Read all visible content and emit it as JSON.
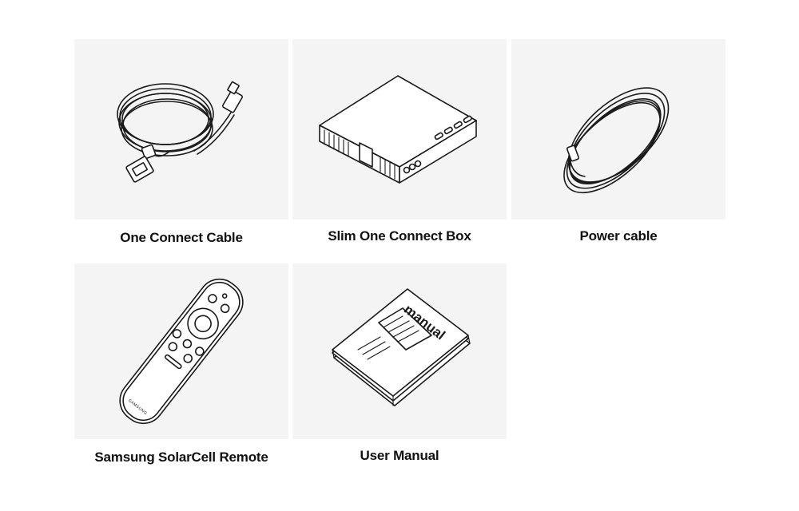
{
  "items": [
    {
      "label": "One Connect Cable",
      "icon": "cable-icon"
    },
    {
      "label": "Slim One Connect Box",
      "icon": "connect-box-icon"
    },
    {
      "label": "Power cable",
      "icon": "power-cable-icon"
    },
    {
      "label": "Samsung SolarCell Remote",
      "icon": "remote-icon",
      "brand_text": "SAMSUNG"
    },
    {
      "label": "User Manual",
      "icon": "manual-icon",
      "cover_text": "manual"
    }
  ]
}
